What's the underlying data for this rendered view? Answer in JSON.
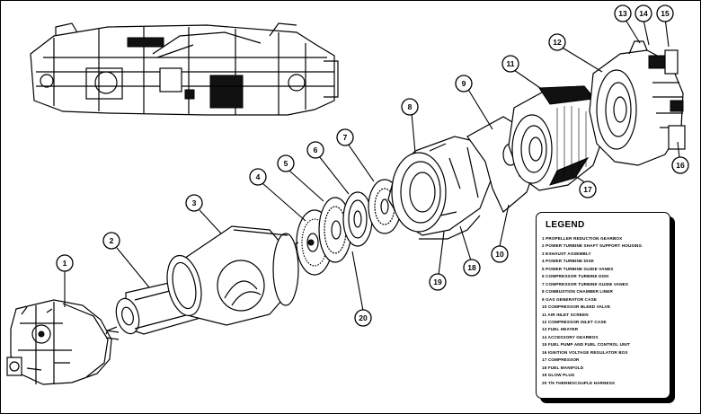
{
  "legend": {
    "title": "LEGEND",
    "items": [
      "1 PROPELLER REDUCTION GEARBOX",
      "2 POWER TURBINE SHAFT SUPPORT HOUSING",
      "3 EXHAUST ASSEMBLY",
      "4 POWER TURBINE DISK",
      "5 POWER TURBINE GUIDE VANES",
      "6 COMPRESSOR TURBINE DISK",
      "7 COMPRESSOR TURBINE GUIDE VANES",
      "8 COMBUSTION CHAMBER LINER",
      "9 GAS GENERATOR CASE",
      "10 COMPRESSOR BLEED VALVE",
      "11 AIR INLET SCREEN",
      "12 COMPRESSOR INLET CASE",
      "13 FUEL HEATER",
      "14 ACCESSORY GEARBOX",
      "15 FUEL PUMP AND FUEL CONTROL UNIT",
      "16 IGNITION VOLTAGE REGULATOR BOX",
      "17 COMPRESSOR",
      "18 FUEL MANIFOLD",
      "19 GLOW PLUG",
      "20 T/5 THERMOCOUPLE HARNESS"
    ]
  },
  "callouts": {
    "c1": "1",
    "c2": "2",
    "c3": "3",
    "c4": "4",
    "c5": "5",
    "c6": "6",
    "c7": "7",
    "c8": "8",
    "c9": "9",
    "c10": "10",
    "c11": "11",
    "c12": "12",
    "c13": "13",
    "c14": "14",
    "c15": "15",
    "c16": "16",
    "c17": "17",
    "c18": "18",
    "c19": "19",
    "c20": "20"
  }
}
